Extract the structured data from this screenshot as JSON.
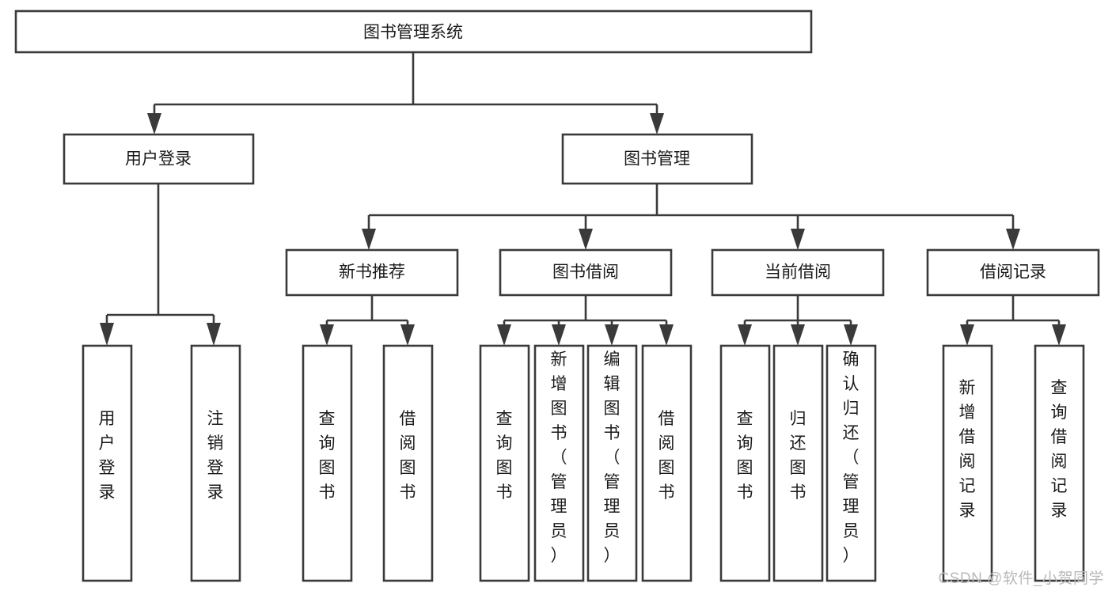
{
  "diagram": {
    "title": "图书管理系统",
    "type": "tree-hierarchy",
    "watermark": "CSDN @软件_小贺同学",
    "colors": {
      "stroke": "#3a3a3a",
      "fill": "#ffffff",
      "text": "#1a1a1a",
      "watermark": "#b9b9b9",
      "background": "#ffffff"
    },
    "root": {
      "id": "root",
      "label": "图书管理系统"
    },
    "level2": [
      {
        "id": "user-login",
        "label": "用户登录"
      },
      {
        "id": "book-management",
        "label": "图书管理"
      }
    ],
    "level3": [
      {
        "id": "new-book-recommend",
        "label": "新书推荐",
        "parent": "book-management"
      },
      {
        "id": "book-borrow",
        "label": "图书借阅",
        "parent": "book-management"
      },
      {
        "id": "current-borrow",
        "label": "当前借阅",
        "parent": "book-management"
      },
      {
        "id": "borrow-record",
        "label": "借阅记录",
        "parent": "book-management"
      }
    ],
    "leaves": [
      {
        "id": "leaf-user-login",
        "label": "用户登录",
        "parent": "user-login"
      },
      {
        "id": "leaf-logout-login",
        "label": "注销登录",
        "parent": "user-login"
      },
      {
        "id": "leaf-query-book-1",
        "label": "查询图书",
        "parent": "new-book-recommend"
      },
      {
        "id": "leaf-borrow-book-1",
        "label": "借阅图书",
        "parent": "new-book-recommend"
      },
      {
        "id": "leaf-query-book-2",
        "label": "查询图书",
        "parent": "book-borrow"
      },
      {
        "id": "leaf-add-book",
        "label": "新增图书（管理员）",
        "parent": "book-borrow"
      },
      {
        "id": "leaf-edit-book",
        "label": "编辑图书（管理员）",
        "parent": "book-borrow"
      },
      {
        "id": "leaf-borrow-book-2",
        "label": "借阅图书",
        "parent": "book-borrow"
      },
      {
        "id": "leaf-query-book-3",
        "label": "查询图书",
        "parent": "current-borrow"
      },
      {
        "id": "leaf-return-book",
        "label": "归还图书",
        "parent": "current-borrow"
      },
      {
        "id": "leaf-confirm-return",
        "label": "确认归还（管理员）",
        "parent": "current-borrow"
      },
      {
        "id": "leaf-add-record",
        "label": "新增借阅记录",
        "parent": "borrow-record"
      },
      {
        "id": "leaf-query-record",
        "label": "查询借阅记录",
        "parent": "borrow-record"
      }
    ]
  }
}
